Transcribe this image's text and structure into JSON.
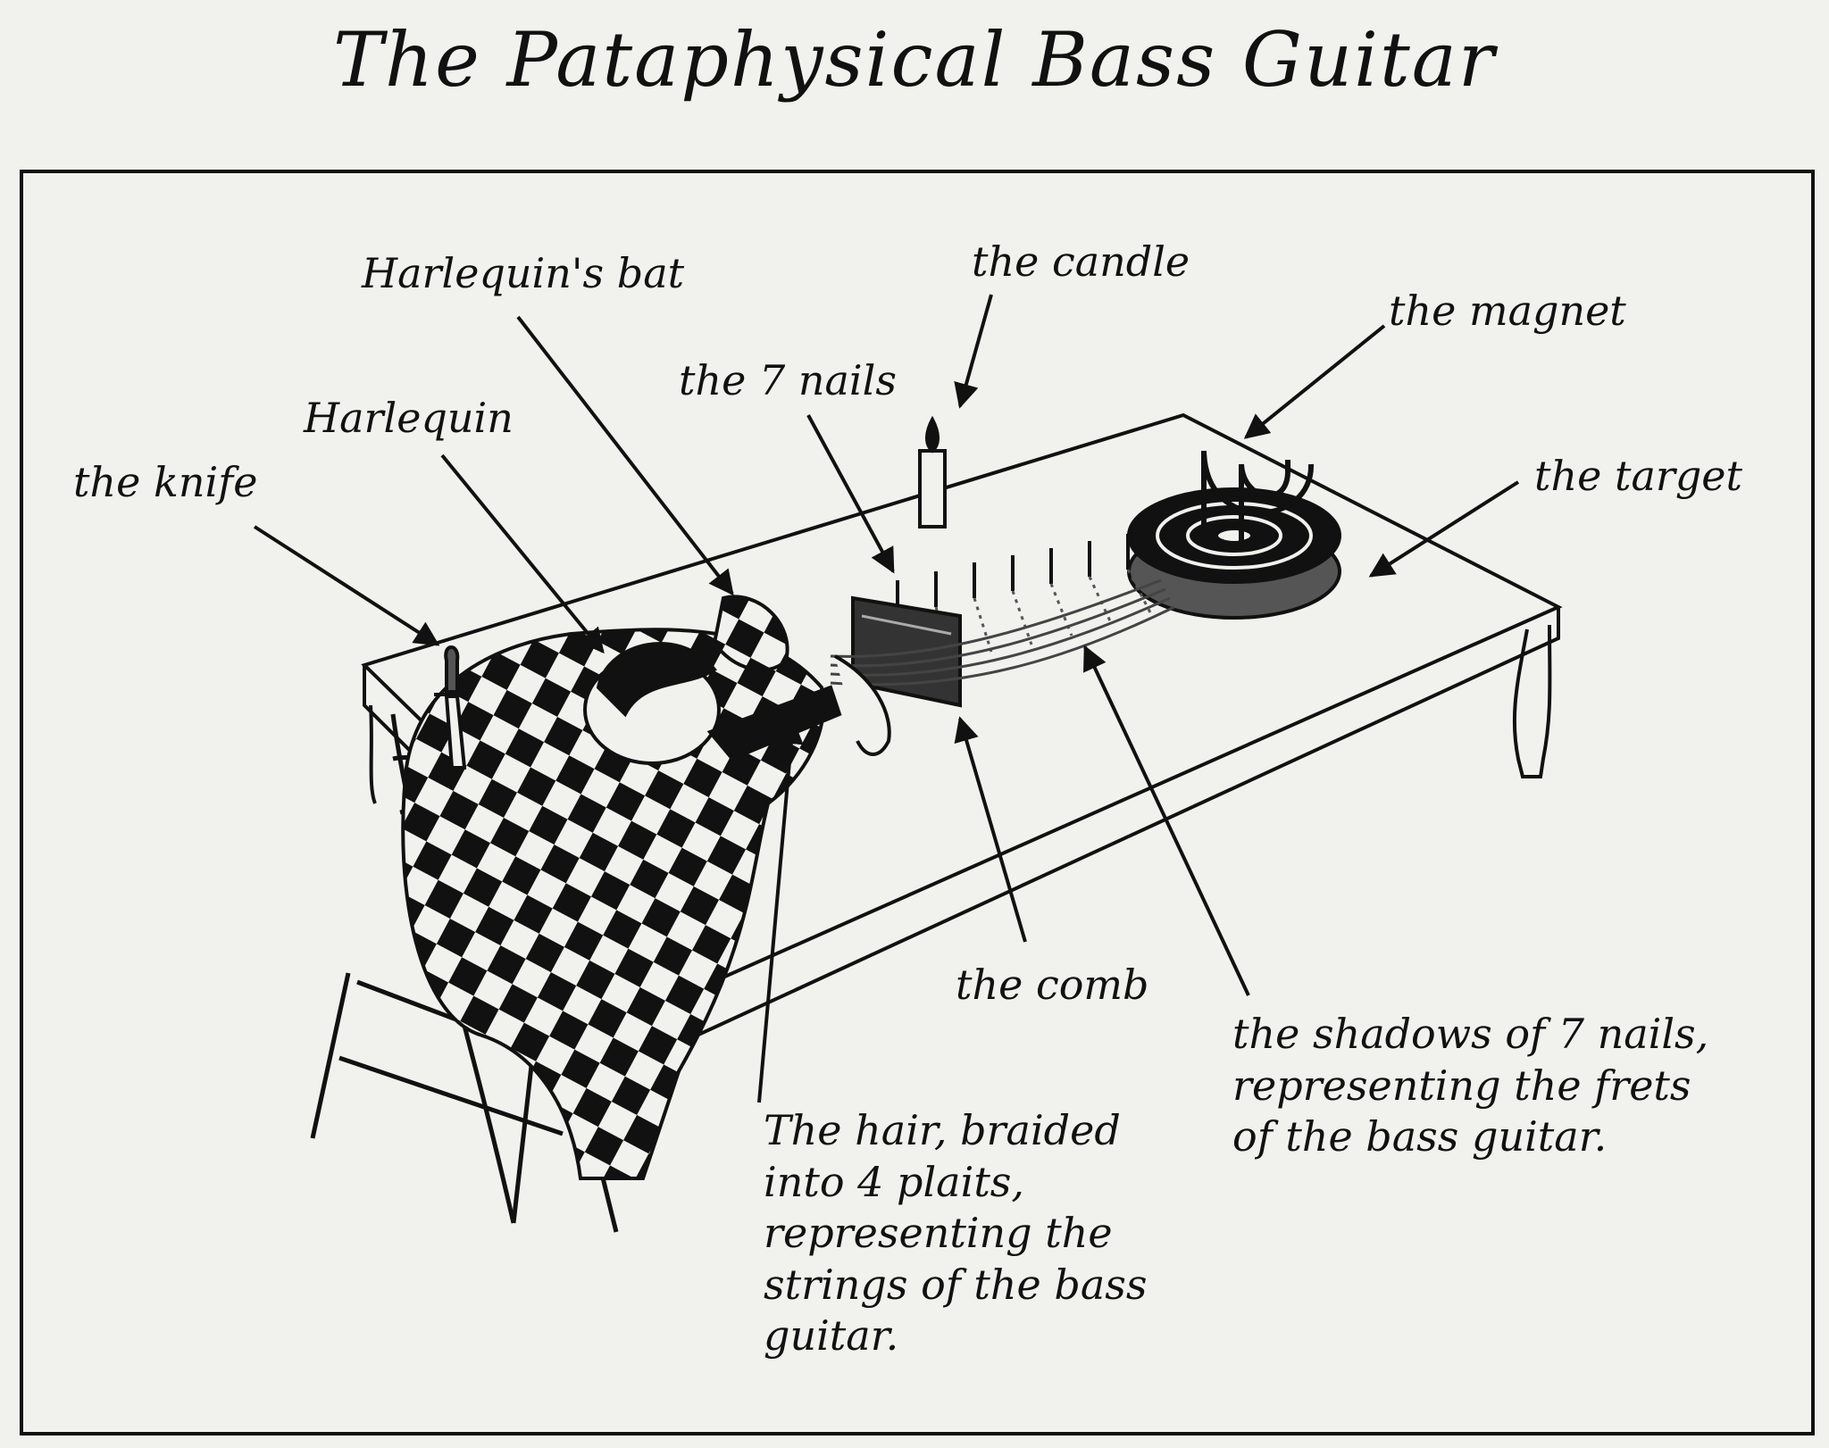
{
  "title": "The Pataphysical Bass Guitar",
  "labels": {
    "harlequins_bat": "Harlequin's bat",
    "candle": "the candle",
    "magnet": "the magnet",
    "seven_nails": "the 7 nails",
    "harlequin": "Harlequin",
    "knife": "the knife",
    "target": "the target",
    "comb": "the comb",
    "shadows": [
      "the shadows of 7 nails,",
      "representing the frets",
      "of the bass guitar."
    ],
    "hair": [
      "The hair, braided",
      "into 4 plaits,",
      "representing the",
      "strings of the bass",
      "guitar."
    ]
  }
}
